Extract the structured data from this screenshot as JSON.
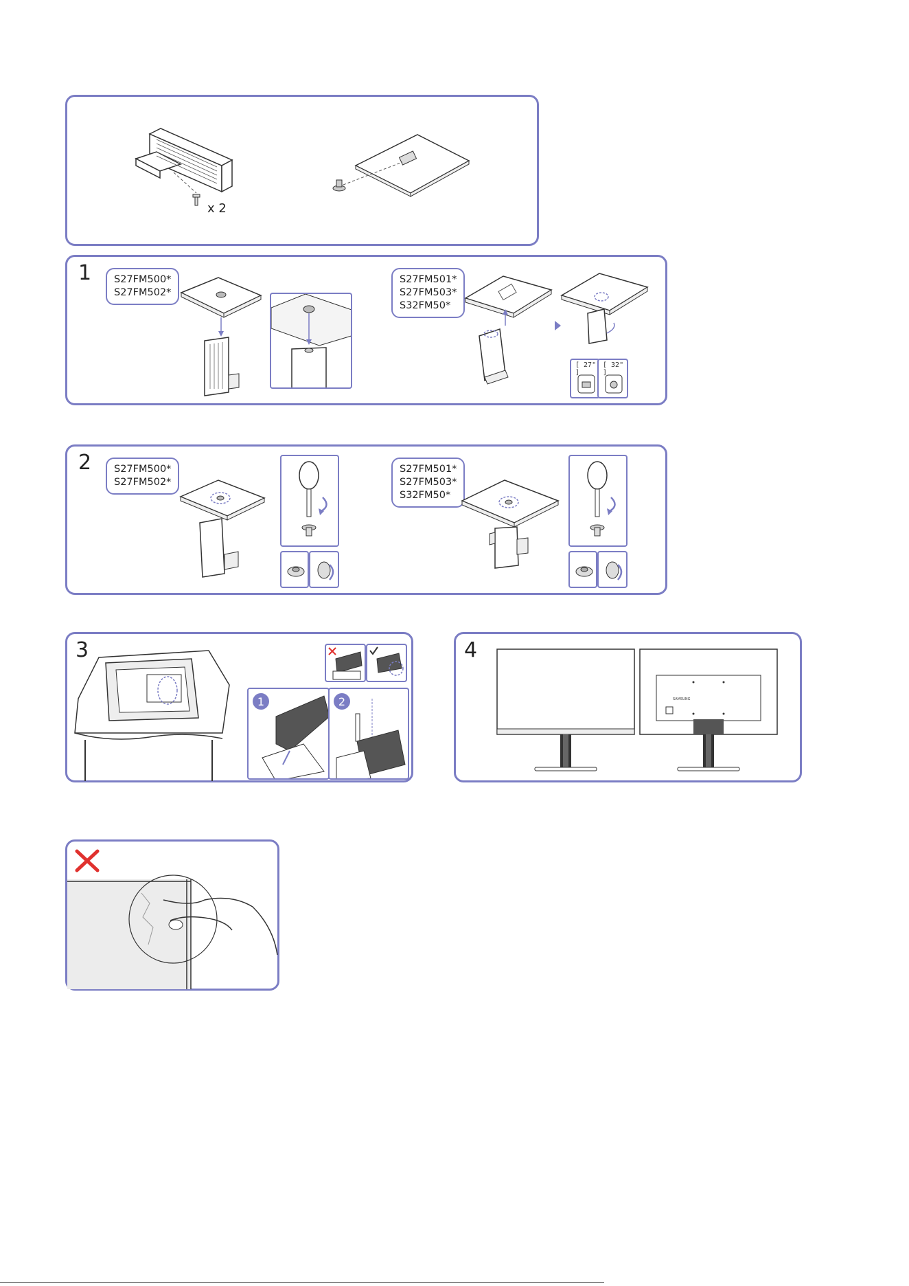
{
  "components": {
    "screw_qty": "x 2"
  },
  "steps": [
    {
      "number": "1",
      "group_a": [
        "S27FM500*",
        "S27FM502*"
      ],
      "group_b": [
        "S27FM501*",
        "S27FM503*",
        "S32FM50*"
      ],
      "size_labels": [
        "[ 27\" ]",
        "[ 32\" ]"
      ]
    },
    {
      "number": "2",
      "group_a": [
        "S27FM500*",
        "S27FM502*"
      ],
      "group_b": [
        "S27FM501*",
        "S27FM503*",
        "S32FM50*"
      ]
    },
    {
      "number": "3",
      "substeps": [
        "1",
        "2"
      ]
    },
    {
      "number": "4",
      "brand": "SAMSUNG"
    }
  ],
  "warning": {
    "icon": "cross-icon"
  },
  "colors": {
    "accent": "#7b7dc4",
    "warning": "#e0312e"
  }
}
